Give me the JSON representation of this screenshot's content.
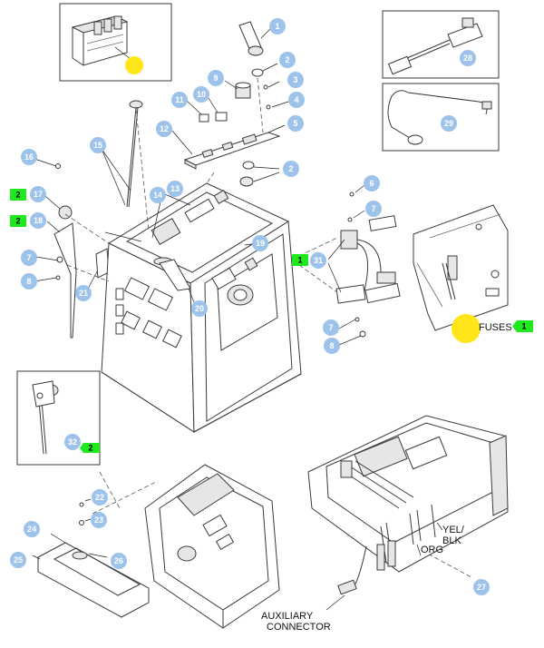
{
  "callouts": [
    {
      "n": "1"
    },
    {
      "n": "2"
    },
    {
      "n": "3"
    },
    {
      "n": "4"
    },
    {
      "n": "5"
    },
    {
      "n": "6"
    },
    {
      "n": "7"
    },
    {
      "n": "8"
    },
    {
      "n": "9"
    },
    {
      "n": "10"
    },
    {
      "n": "11"
    },
    {
      "n": "12"
    },
    {
      "n": "13"
    },
    {
      "n": "14"
    },
    {
      "n": "15"
    },
    {
      "n": "16"
    },
    {
      "n": "17"
    },
    {
      "n": "18"
    },
    {
      "n": "19"
    },
    {
      "n": "20"
    },
    {
      "n": "21"
    },
    {
      "n": "22"
    },
    {
      "n": "23"
    },
    {
      "n": "24"
    },
    {
      "n": "25"
    },
    {
      "n": "26"
    },
    {
      "n": "27"
    },
    {
      "n": "28"
    },
    {
      "n": "29"
    },
    {
      "n": "31"
    },
    {
      "n": "32"
    }
  ],
  "quantities": {
    "q17": "2",
    "q18": "2",
    "q31": "1",
    "q32": "2",
    "fuses": "1"
  },
  "labels": {
    "fuses": "FUSES",
    "yel": "YEL/",
    "blk": "BLK",
    "org": "ORG",
    "aux1": "AUXILIARY",
    "aux2": "CONNECTOR"
  },
  "colors": {
    "callout_fill": "#9dc3ea",
    "qty_badge": "#1fe81f",
    "highlight": "#ffe51a"
  }
}
